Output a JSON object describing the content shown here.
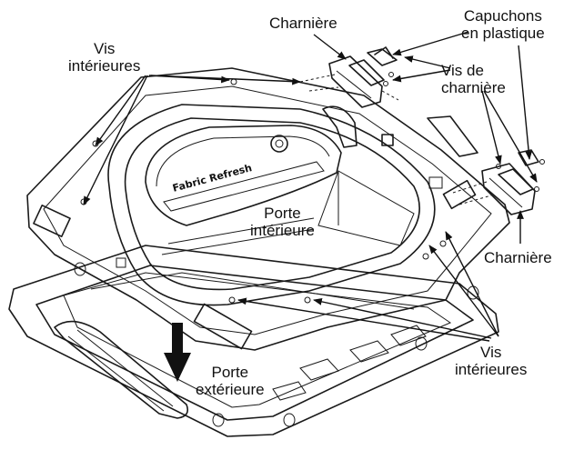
{
  "labels": {
    "charniere_top": "Charnière",
    "capuchons_line1": "Capuchons",
    "capuchons_line2": "en plastique",
    "vis_interieures_top_line1": "Vis",
    "vis_interieures_top_line2": "intérieures",
    "vis_charniere_line1": "Vis de",
    "vis_charniere_line2": "charnière",
    "porte_interieure_line1": "Porte",
    "porte_interieure_line2": "intérieure",
    "charniere_right": "Charnière",
    "vis_interieures_bottom_line1": "Vis",
    "vis_interieures_bottom_line2": "intérieures",
    "porte_exterieure_line1": "Porte",
    "porte_exterieure_line2": "extérieure",
    "brand_text": "Fabric Refresh"
  },
  "colors": {
    "line": "#1a1a1a",
    "background": "#ffffff"
  }
}
